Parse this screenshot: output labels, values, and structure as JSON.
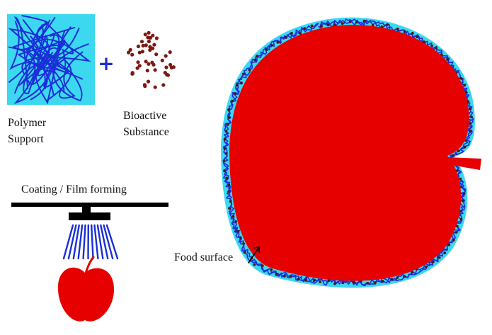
{
  "labels": {
    "polymer_line1": "Polymer",
    "polymer_line2": "Support",
    "plus": "+",
    "bioactive_line1": "Bioactive",
    "bioactive_line2": "Substance",
    "coating": "Coating / Film forming",
    "food_surface": "Food surface"
  },
  "colors": {
    "polymer_bg": "#3cd8f0",
    "fiber": "#1a2fd8",
    "dot": "#7a1a12",
    "plus": "#1f2fd0",
    "apple": "#e60000",
    "sprayer": "#000000",
    "spray": "#1a2fd8"
  },
  "icons": {
    "polymer": "polymer-fiber-mesh",
    "substance": "particle-dots",
    "sprayer": "spray-nozzle",
    "apple": "apple-icon",
    "arrow": "arrow-up-right"
  }
}
